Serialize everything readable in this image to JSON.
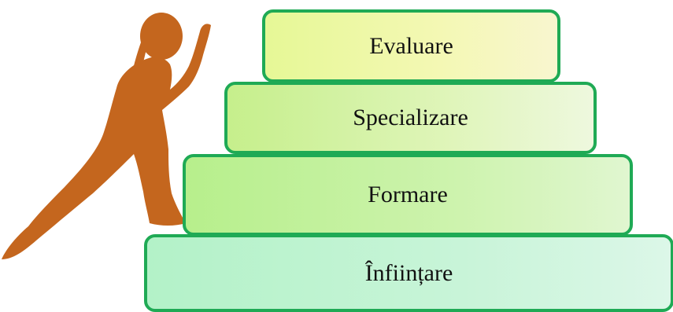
{
  "steps": [
    {
      "label": "Înființare"
    },
    {
      "label": "Formare"
    },
    {
      "label": "Specializare"
    },
    {
      "label": "Evaluare"
    }
  ],
  "colors": {
    "border": "#1faa55",
    "figure": "#c4661e"
  }
}
